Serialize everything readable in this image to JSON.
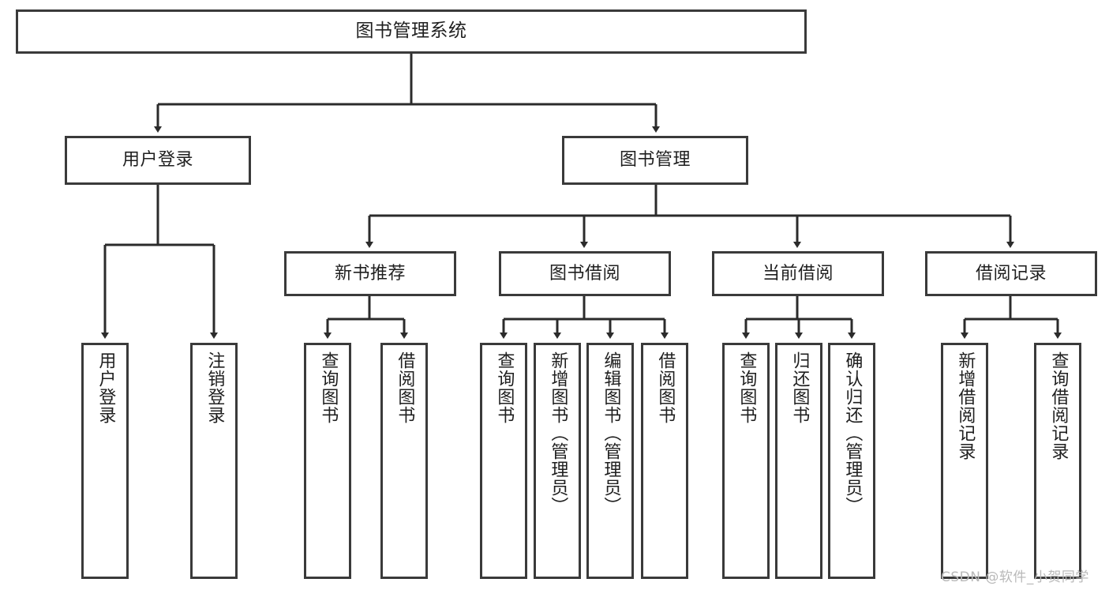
{
  "diagram": {
    "title": "图书管理系统",
    "type": "hierarchy-tree",
    "colors": {
      "background": "#ffffff",
      "box_border": "#3a3a3a",
      "box_fill": "#ffffff",
      "connector": "#2b2b2b",
      "text": "#1f1f1f",
      "watermark": "#b9b9b9"
    },
    "root": {
      "label": "图书管理系统"
    },
    "level1": [
      {
        "label": "用户登录"
      },
      {
        "label": "图书管理"
      }
    ],
    "level2": [
      {
        "label": "新书推荐"
      },
      {
        "label": "图书借阅"
      },
      {
        "label": "当前借阅"
      },
      {
        "label": "借阅记录"
      }
    ],
    "leaves": {
      "user_login": [
        {
          "label": "用户登录"
        },
        {
          "label": "注销登录"
        }
      ],
      "new_book_recommend": [
        {
          "label": "查询图书"
        },
        {
          "label": "借阅图书"
        }
      ],
      "book_borrow": [
        {
          "label": "查询图书"
        },
        {
          "label": "新增图书（管理员）"
        },
        {
          "label": "编辑图书（管理员）"
        },
        {
          "label": "借阅图书"
        }
      ],
      "current_borrow": [
        {
          "label": "查询图书"
        },
        {
          "label": "归还图书"
        },
        {
          "label": "确认归还（管理员）"
        }
      ],
      "borrow_record": [
        {
          "label": "新增借阅记录"
        },
        {
          "label": "查询借阅记录"
        }
      ]
    }
  },
  "watermark": {
    "text": "CSDN @软件_小贺同学"
  }
}
